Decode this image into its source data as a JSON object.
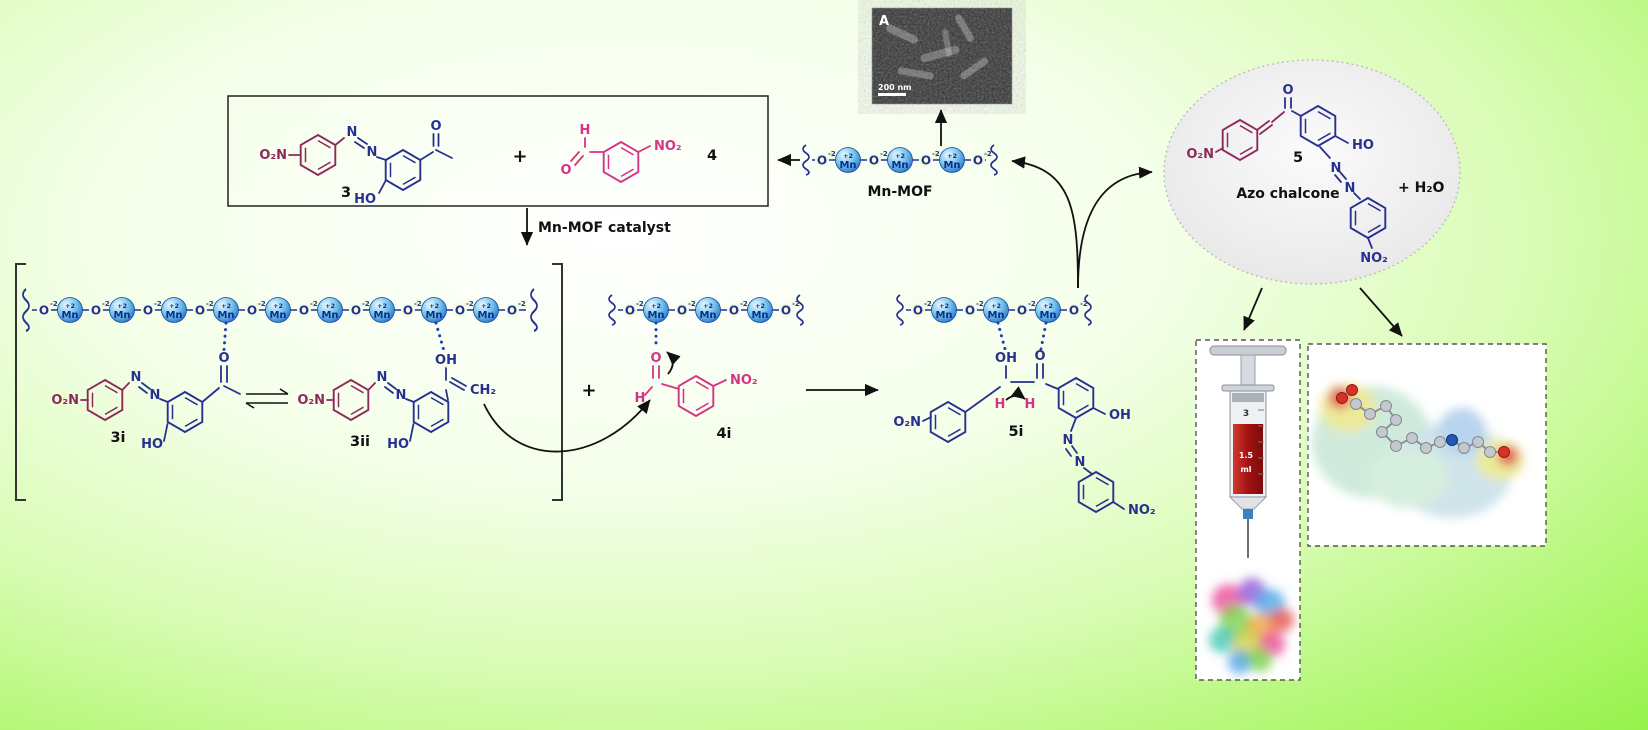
{
  "diagram_title": "Mn-MOF catalyzed synthesis of azo chalcone - mechanism scheme",
  "colors": {
    "maroon": "#8e2a5a",
    "navy": "#27308f",
    "pink": "#d63384",
    "sphere_blue": "#1565c0",
    "background_green": "#76ee2a",
    "arrow_black": "#111111",
    "ellipse_gray": "#e4e4e4"
  },
  "atoms": {
    "o2n": "O₂N",
    "no2": "NO₂",
    "ho": "HO",
    "oh": "OH",
    "o": "O",
    "h": "H",
    "n": "N",
    "ch2": "CH₂",
    "plus": "+"
  },
  "mof": {
    "mn": "Mn",
    "mn_charge": "+2",
    "o": "O",
    "o_charge": "-2",
    "name": "Mn-MOF",
    "catalyst_label": "Mn-MOF catalyst"
  },
  "labels": {
    "compound3": "3",
    "compound4": "4",
    "intermediate3i": "3i",
    "intermediate3ii": "3ii",
    "intermediate4i": "4i",
    "intermediate5i": "5i",
    "product5": "5",
    "product_name": "Azo chalcone",
    "byproduct": "+  H₂O"
  },
  "sem": {
    "panel_letter": "A",
    "scale_bar": "200 nm"
  },
  "syringe": {
    "mark_top": "3",
    "mark_mid": "1.5",
    "unit": "ml"
  }
}
